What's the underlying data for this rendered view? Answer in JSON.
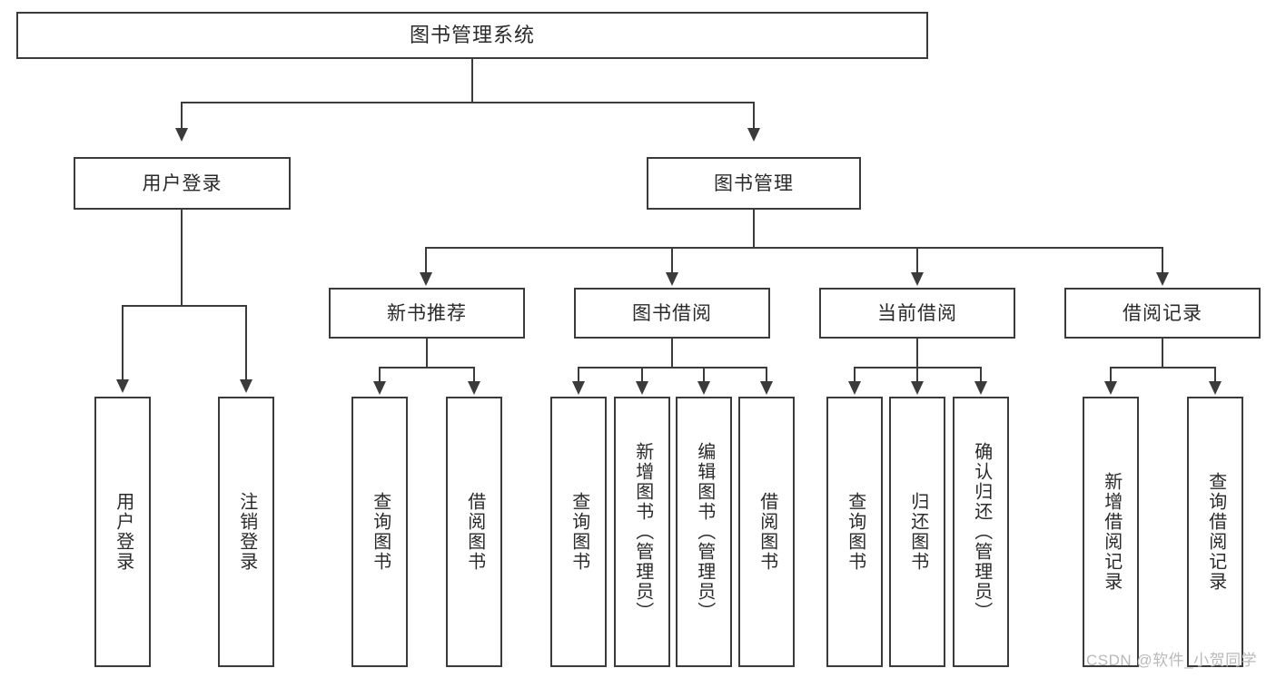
{
  "diagram": {
    "title": "图书管理系统",
    "type": "tree-hierarchy",
    "root": {
      "label": "图书管理系统"
    },
    "level1": [
      {
        "label": "用户登录"
      },
      {
        "label": "图书管理"
      }
    ],
    "level2": [
      {
        "label": "新书推荐"
      },
      {
        "label": "图书借阅"
      },
      {
        "label": "当前借阅"
      },
      {
        "label": "借阅记录"
      }
    ],
    "leaves": {
      "user_login": [
        {
          "label": "用户登录"
        },
        {
          "label": "注销登录"
        }
      ],
      "new_book": [
        {
          "label": "查询图书"
        },
        {
          "label": "借阅图书"
        }
      ],
      "borrow": [
        {
          "label": "查询图书"
        },
        {
          "label": "新增图书（管理员）"
        },
        {
          "label": "编辑图书（管理员）"
        },
        {
          "label": "借阅图书"
        }
      ],
      "current": [
        {
          "label": "查询图书"
        },
        {
          "label": "归还图书"
        },
        {
          "label": "确认归还（管理员）"
        }
      ],
      "records": [
        {
          "label": "新增借阅记录"
        },
        {
          "label": "查询借阅记录"
        }
      ]
    }
  },
  "watermark": {
    "text": "CSDN @软件_小贺同学"
  },
  "colors": {
    "stroke": "#3b3b3b",
    "background": "#ffffff",
    "text": "#2a2a2a",
    "watermark": "#b9b9b9"
  }
}
